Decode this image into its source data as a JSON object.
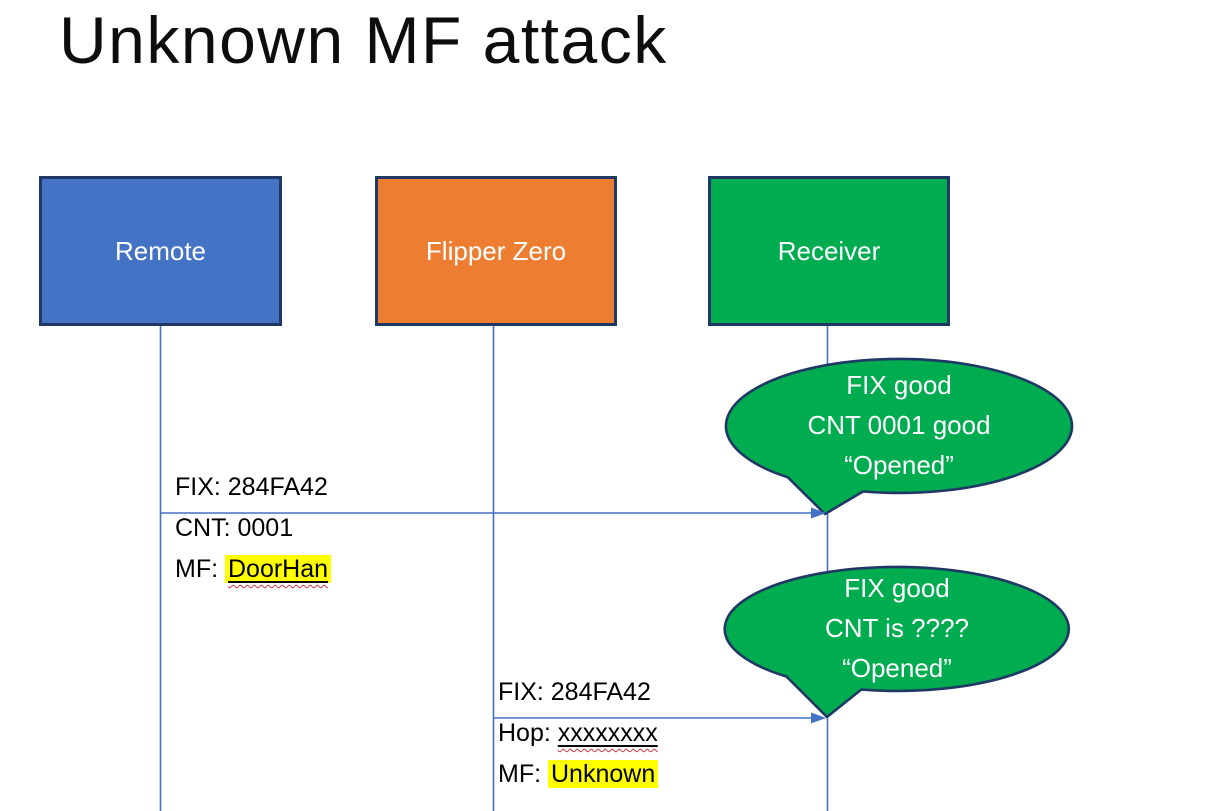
{
  "title": "Unknown MF attack",
  "colors": {
    "remote_fill": "#4472C4",
    "flipper_fill": "#ED7D31",
    "receiver_fill": "#00AC50",
    "callout_fill": "#00AC50",
    "shape_outline": "#1F3864",
    "line_blue": "#4472C4",
    "highlight_yellow": "#FFFF00",
    "spellcheck_red": "#D13438"
  },
  "actors": {
    "remote": "Remote",
    "flipper": "Flipper Zero",
    "receiver": "Receiver"
  },
  "messages": {
    "remote_to_receiver": {
      "line1": "FIX: 284FA42",
      "line2": "CNT: 0001",
      "line3_prefix": "MF: ",
      "line3_term": "DoorHan"
    },
    "flipper_to_receiver": {
      "line1": "FIX: 284FA42",
      "line2_prefix": "Hop: ",
      "line2_term": "xxxxxxxx",
      "line3_prefix": "MF: ",
      "line3_term": "Unknown"
    }
  },
  "callouts": {
    "first": {
      "line1": "FIX good",
      "line2": "CNT 0001 good",
      "line3": "“Opened”"
    },
    "second": {
      "line1": "FIX good",
      "line2": "CNT is ????",
      "line3": "“Opened”"
    }
  }
}
